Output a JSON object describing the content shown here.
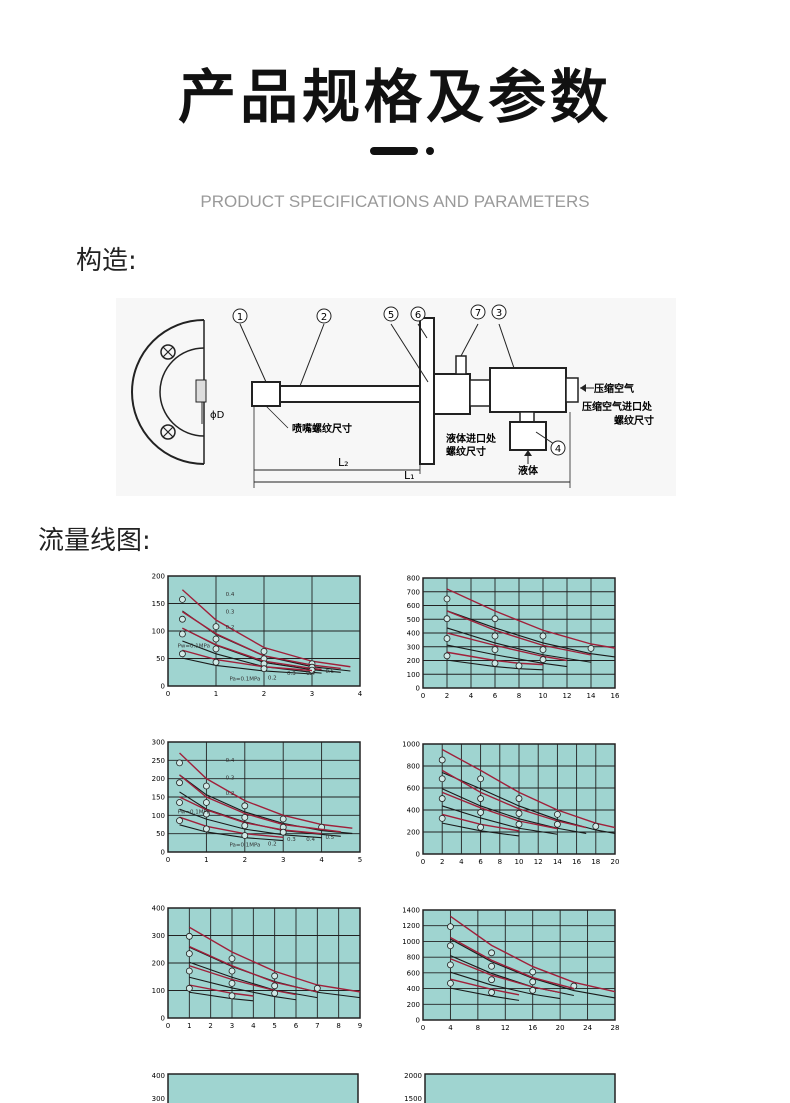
{
  "header": {
    "title": "产品规格及参数",
    "subtitle": "PRODUCT SPECIFICATIONS AND PARAMETERS"
  },
  "sections": {
    "construction": "构造:",
    "flow": "流量线图:"
  },
  "diagram": {
    "callouts": [
      "1",
      "2",
      "5",
      "6",
      "7",
      "3",
      "4"
    ],
    "labels": {
      "phi_d": "ϕD",
      "nozzle_thread": "喷嘴螺纹尺寸",
      "liquid_inlet": "液体进口处",
      "liquid_thread": "螺纹尺寸",
      "liquid": "液体",
      "compressed_air": "压缩空气",
      "air_inlet": "压缩空气进口处",
      "air_thread": "螺纹尺寸",
      "l1": "L₁",
      "l2": "L₂"
    }
  },
  "chart_data": [
    {
      "type": "line",
      "x_ticks": [
        "0",
        "1",
        "2",
        "3",
        "4"
      ],
      "y_ticks": [
        "0",
        "50",
        "100",
        "150",
        "200"
      ],
      "xlim": [
        0,
        4
      ],
      "ylim": [
        0,
        200
      ],
      "labels": [
        "0.4",
        "0.3",
        "0.2",
        "Pw=0.1MPa",
        "Pa=0.1MPa",
        "0.2",
        "0.3",
        "0.4",
        "0.5"
      ],
      "series": [
        {
          "x": [
            0.3,
            1,
            2,
            3,
            3.8
          ],
          "y": [
            175,
            120,
            70,
            45,
            35
          ]
        },
        {
          "x": [
            0.3,
            1,
            2,
            3,
            3.6
          ],
          "y": [
            135,
            95,
            55,
            38,
            32
          ]
        },
        {
          "x": [
            0.3,
            1,
            2,
            3,
            3.2
          ],
          "y": [
            105,
            75,
            45,
            32,
            30
          ]
        },
        {
          "x": [
            0.3,
            1,
            2,
            3
          ],
          "y": [
            65,
            48,
            35,
            28
          ]
        }
      ]
    },
    {
      "type": "line",
      "x_ticks": [
        "0",
        "2",
        "4",
        "6",
        "8",
        "10",
        "12",
        "14",
        "16"
      ],
      "y_ticks": [
        "0",
        "100",
        "200",
        "300",
        "400",
        "500",
        "600",
        "700",
        "800"
      ],
      "xlim": [
        0,
        16
      ],
      "ylim": [
        0,
        800
      ],
      "series": [
        {
          "x": [
            2,
            6,
            10,
            14,
            16
          ],
          "y": [
            720,
            560,
            420,
            320,
            290
          ]
        },
        {
          "x": [
            2,
            6,
            10,
            14
          ],
          "y": [
            560,
            420,
            310,
            240
          ]
        },
        {
          "x": [
            2,
            6,
            10,
            12
          ],
          "y": [
            400,
            310,
            230,
            200
          ]
        },
        {
          "x": [
            2,
            6,
            8,
            10
          ],
          "y": [
            260,
            200,
            180,
            170
          ]
        }
      ]
    },
    {
      "type": "line",
      "x_ticks": [
        "0",
        "1",
        "2",
        "3",
        "4",
        "5"
      ],
      "y_ticks": [
        "0",
        "50",
        "100",
        "150",
        "200",
        "250",
        "300"
      ],
      "xlim": [
        0,
        5
      ],
      "ylim": [
        0,
        300
      ],
      "labels": [
        "0.4",
        "0.3",
        "0.2",
        "Pw=0.1MPa",
        "Pa=0.1MPa",
        "0.2",
        "0.3",
        "0.4",
        "0.5"
      ],
      "series": [
        {
          "x": [
            0.3,
            1,
            2,
            3,
            4,
            4.8
          ],
          "y": [
            270,
            200,
            140,
            100,
            75,
            65
          ]
        },
        {
          "x": [
            0.3,
            1,
            2,
            3,
            4.5
          ],
          "y": [
            210,
            150,
            105,
            75,
            55
          ]
        },
        {
          "x": [
            0.3,
            1,
            2,
            3,
            4
          ],
          "y": [
            150,
            115,
            80,
            60,
            50
          ]
        },
        {
          "x": [
            0.3,
            1,
            2,
            3
          ],
          "y": [
            95,
            70,
            50,
            40
          ]
        }
      ]
    },
    {
      "type": "line",
      "x_ticks": [
        "0",
        "2",
        "4",
        "6",
        "8",
        "10",
        "12",
        "14",
        "16",
        "18",
        "20"
      ],
      "y_ticks": [
        "0",
        "200",
        "400",
        "600",
        "800",
        "1000"
      ],
      "xlim": [
        0,
        20
      ],
      "ylim": [
        0,
        1000
      ],
      "series": [
        {
          "x": [
            2,
            6,
            10,
            14,
            18,
            20
          ],
          "y": [
            950,
            760,
            560,
            400,
            280,
            240
          ]
        },
        {
          "x": [
            2,
            6,
            10,
            14,
            17
          ],
          "y": [
            760,
            560,
            410,
            300,
            240
          ]
        },
        {
          "x": [
            2,
            6,
            10,
            14
          ],
          "y": [
            560,
            420,
            300,
            230
          ]
        },
        {
          "x": [
            2,
            6,
            10
          ],
          "y": [
            360,
            270,
            210
          ]
        }
      ]
    },
    {
      "type": "line",
      "x_ticks": [
        "0",
        "1",
        "2",
        "3",
        "4",
        "5",
        "6",
        "7",
        "8",
        "9"
      ],
      "y_ticks": [
        "0",
        "100",
        "200",
        "300",
        "400"
      ],
      "xlim": [
        0,
        9
      ],
      "ylim": [
        0,
        400
      ],
      "series": [
        {
          "x": [
            1,
            3,
            5,
            7,
            9
          ],
          "y": [
            330,
            240,
            170,
            120,
            95
          ]
        },
        {
          "x": [
            1,
            3,
            5,
            7
          ],
          "y": [
            260,
            190,
            130,
            95
          ]
        },
        {
          "x": [
            1,
            3,
            5,
            6
          ],
          "y": [
            190,
            140,
            100,
            85
          ]
        },
        {
          "x": [
            1,
            3,
            4
          ],
          "y": [
            120,
            90,
            80
          ]
        }
      ]
    },
    {
      "type": "line",
      "x_ticks": [
        "0",
        "4",
        "8",
        "12",
        "16",
        "20",
        "24",
        "28"
      ],
      "y_ticks": [
        "0",
        "200",
        "400",
        "600",
        "800",
        "1000",
        "1200",
        "1400"
      ],
      "xlim": [
        0,
        28
      ],
      "ylim": [
        0,
        1400
      ],
      "series": [
        {
          "x": [
            4,
            10,
            16,
            22,
            28
          ],
          "y": [
            1320,
            950,
            680,
            480,
            360
          ]
        },
        {
          "x": [
            4,
            10,
            16,
            22
          ],
          "y": [
            1050,
            760,
            540,
            400
          ]
        },
        {
          "x": [
            4,
            10,
            16,
            20
          ],
          "y": [
            780,
            570,
            420,
            350
          ]
        },
        {
          "x": [
            4,
            10,
            14
          ],
          "y": [
            520,
            390,
            320
          ]
        }
      ]
    }
  ],
  "partial_charts": [
    {
      "y_ticks": [
        "300",
        "400"
      ]
    },
    {
      "y_ticks": [
        "1500",
        "2000"
      ]
    }
  ]
}
